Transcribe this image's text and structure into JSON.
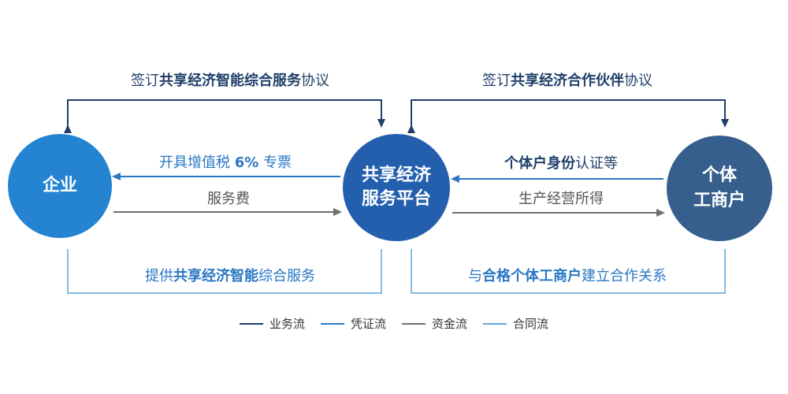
{
  "colors": {
    "business": "#1f3f6a",
    "voucher": "#2a77c5",
    "fund": "#6e6e6e",
    "contract": "#5aa7dc",
    "text_dark": "#1f3f6a",
    "text_gray": "#555555"
  },
  "nodes": {
    "enterprise": {
      "lines": [
        "企业"
      ],
      "color": "#2484d1"
    },
    "platform": {
      "lines": [
        "共享经济",
        "服务平台"
      ],
      "color": "#245fae"
    },
    "individual": {
      "lines": [
        "个体",
        "工商户"
      ],
      "color": "#365f8d"
    }
  },
  "top_labels": {
    "left": {
      "pre": "签订",
      "bold": "共享经济智能综合服务",
      "post": "协议"
    },
    "right": {
      "pre": "签订",
      "bold": "共享经济合作伙伴",
      "post": "协议"
    }
  },
  "flow_labels": {
    "invoice": {
      "pre": "开具增值税 ",
      "bold": "6%",
      "post": " 专票"
    },
    "service_fee": {
      "pre": "服务费",
      "bold": "",
      "post": ""
    },
    "identity": {
      "pre": "",
      "bold": "个体户身份",
      "post": "认证等"
    },
    "income": {
      "pre": "生产经营所得",
      "bold": "",
      "post": ""
    }
  },
  "bottom_labels": {
    "left": {
      "pre": "提供",
      "bold": "共享经济智能",
      "post": "综合服务"
    },
    "right": {
      "pre": "与",
      "bold": "合格个体工商户",
      "post": "建立合作关系"
    }
  },
  "legend": [
    {
      "label": "业务流",
      "color": "#1f3f6a"
    },
    {
      "label": "凭证流",
      "color": "#2a77c5"
    },
    {
      "label": "资金流",
      "color": "#6e6e6e"
    },
    {
      "label": "合同流",
      "color": "#5aa7dc"
    }
  ]
}
